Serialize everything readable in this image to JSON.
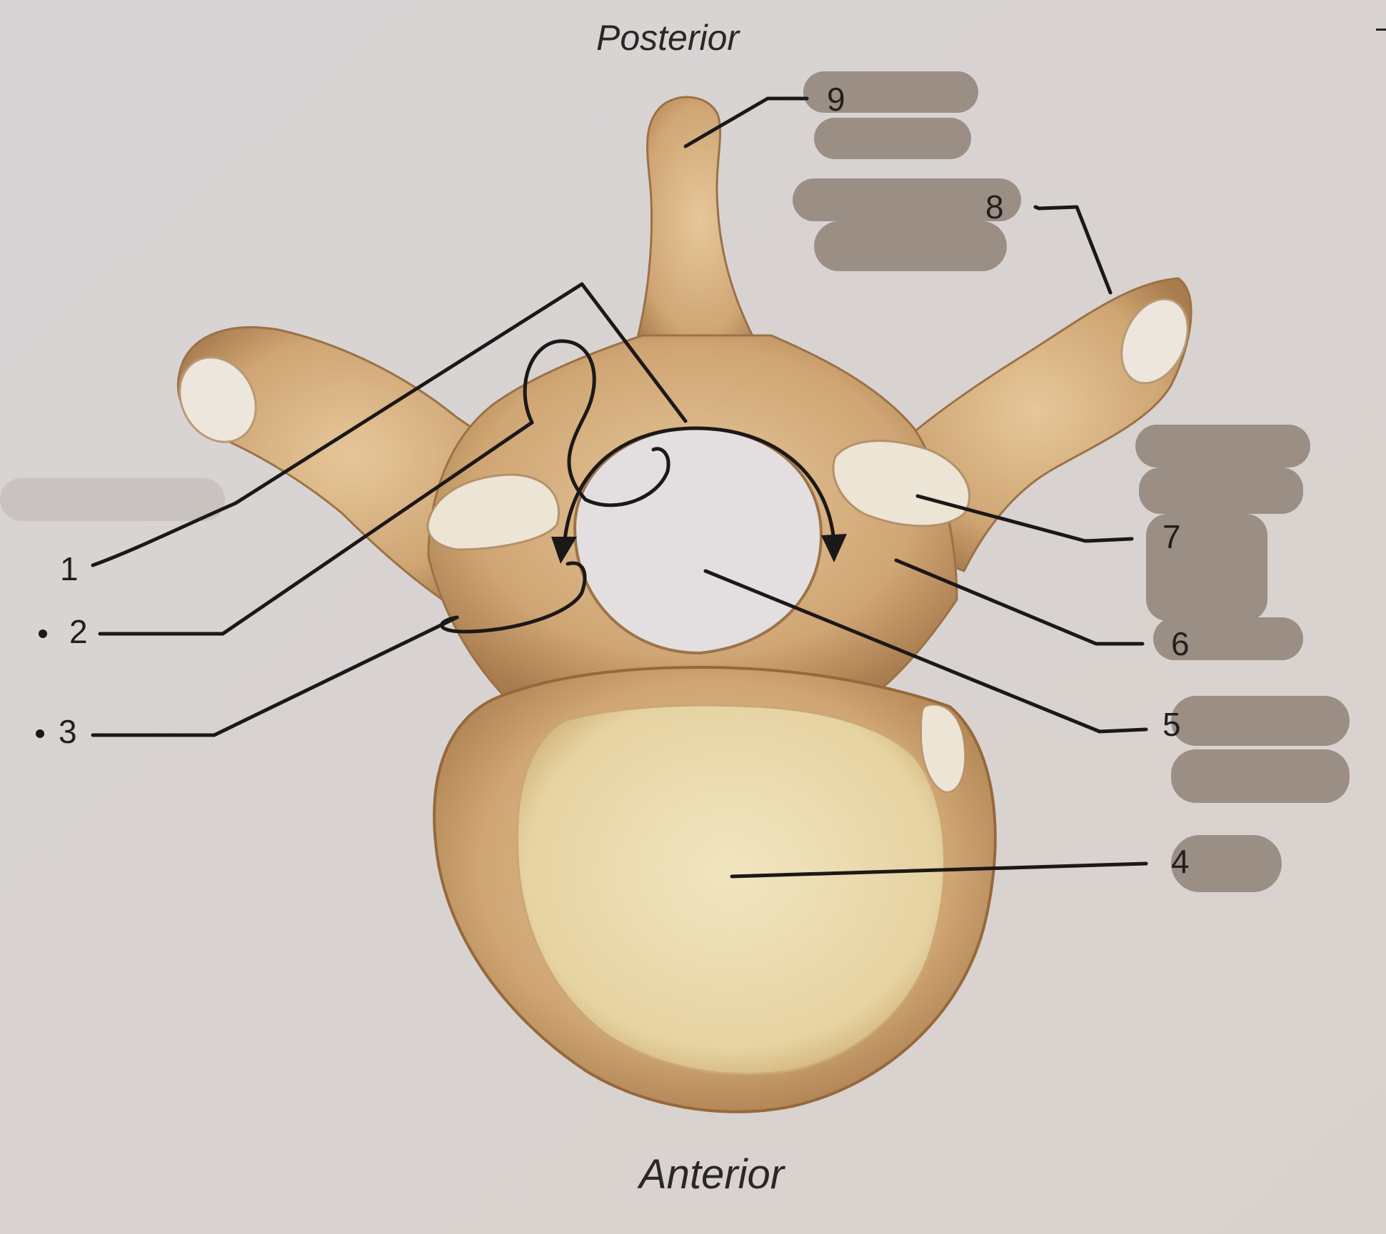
{
  "orientation": {
    "top": "Posterior",
    "bottom": "Anterior"
  },
  "labels": [
    {
      "id": "1",
      "text": "1",
      "bullet": false
    },
    {
      "id": "2",
      "text": "2",
      "bullet": true
    },
    {
      "id": "3",
      "text": "3",
      "bullet": true
    },
    {
      "id": "4",
      "text": "4",
      "bullet": false
    },
    {
      "id": "5",
      "text": "5",
      "bullet": false
    },
    {
      "id": "6",
      "text": "6",
      "bullet": false
    },
    {
      "id": "7",
      "text": "7",
      "bullet": false
    },
    {
      "id": "8",
      "text": "8",
      "bullet": false
    },
    {
      "id": "9",
      "text": "9",
      "bullet": false
    }
  ],
  "colors": {
    "background": "#d9d4d2",
    "bone": "#d2ad7c",
    "bone_shadow": "#a77a4c",
    "body_surface": "#eadcb4",
    "facet": "#ece4d6",
    "redaction": "#9b8e84",
    "leader_line": "#1b1818"
  }
}
